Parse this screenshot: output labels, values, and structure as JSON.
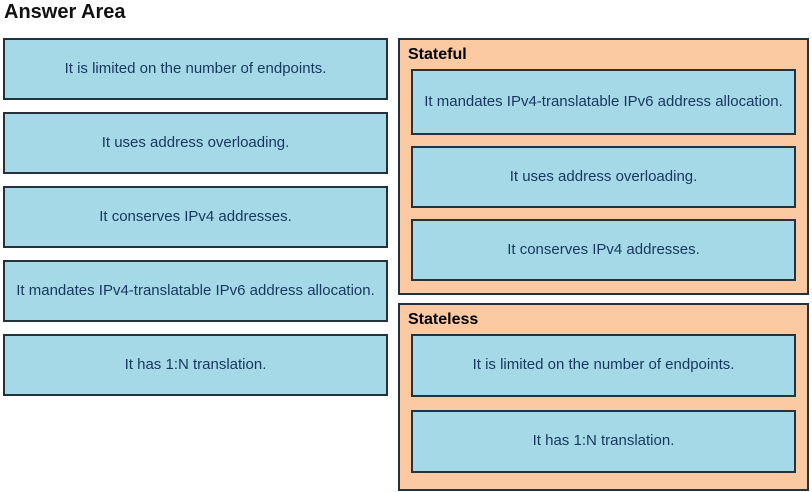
{
  "title": "Answer Area",
  "colors": {
    "item_fill": "#a6d9e8",
    "group_fill": "#fbc9a2",
    "border": "#24333b",
    "item_text": "#17375e",
    "label_text": "#000000"
  },
  "source_items": [
    "It is limited on the number of endpoints.",
    "It uses address overloading.",
    "It conserves IPv4 addresses.",
    "It mandates IPv4-translatable IPv6 address allocation.",
    "It has 1:N translation."
  ],
  "groups": [
    {
      "label": "Stateful",
      "items": [
        "It mandates IPv4-translatable IPv6 address allocation.",
        "It uses address overloading.",
        "It conserves IPv4 addresses."
      ]
    },
    {
      "label": "Stateless",
      "items": [
        "It is limited on the number of endpoints.",
        "It has 1:N translation."
      ]
    }
  ]
}
